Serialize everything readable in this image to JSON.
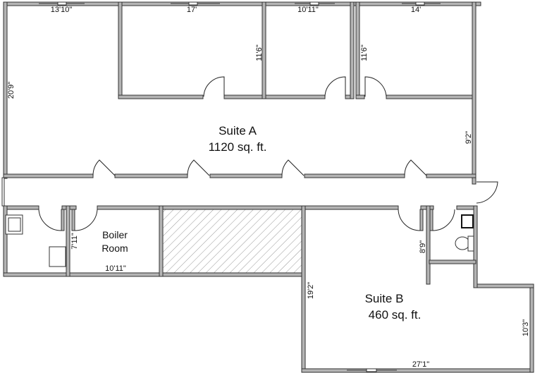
{
  "plan": {
    "rooms": [
      {
        "name": "Suite A",
        "area": "1120 sq. ft."
      },
      {
        "name": "Suite B",
        "area": "460 sq. ft."
      },
      {
        "name": "Boiler",
        "name2": "Room"
      }
    ],
    "dimensions": {
      "suite_a_top_left": "13'10\"",
      "office1_width": "17'",
      "office1_depth": "11'6\"",
      "office2_width": "10'11\"",
      "office2_depth": "11'6\"",
      "office3_width": "14'",
      "suite_a_left": "20'9\"",
      "suite_a_right": "9'2\"",
      "boiler_depth": "7'11\"",
      "boiler_width": "10'11\"",
      "suite_b_left": "19'2\"",
      "suite_b_bath": "8'9\"",
      "suite_b_right": "10'3\"",
      "suite_b_bottom": "27'1\""
    },
    "colors": {
      "wall": "#b4b4b4",
      "outline": "#333333"
    }
  }
}
